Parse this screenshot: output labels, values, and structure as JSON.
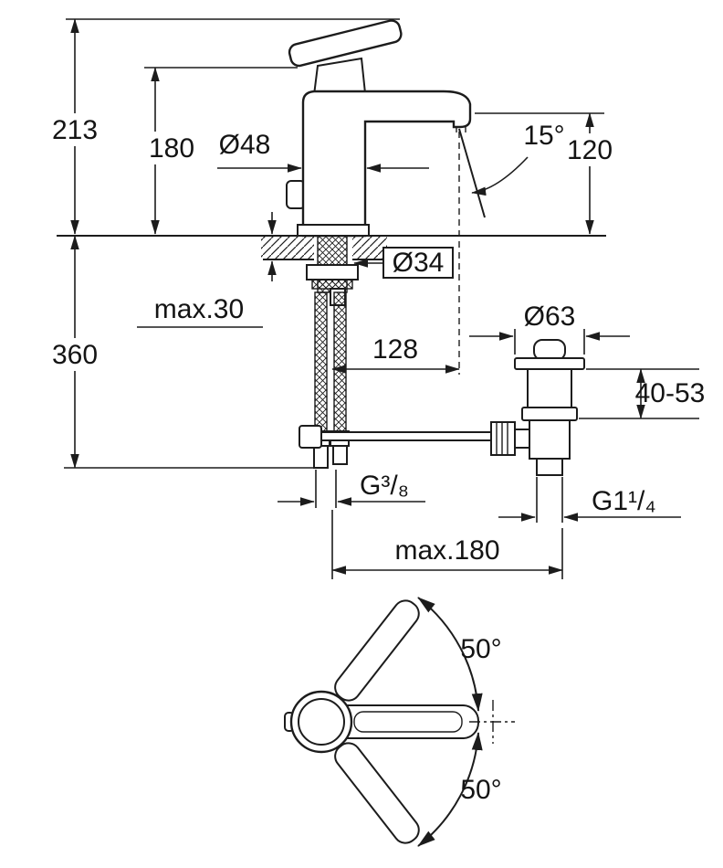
{
  "meta": {
    "background": "#ffffff",
    "ink": "#1c1c1c",
    "drawing_type": "faucet installation dimension drawing"
  },
  "side_view": {
    "dims": {
      "total_height": "213",
      "handle_height": "180",
      "body_diameter": "Ø48",
      "spout_angle": "15°",
      "spout_height": "120",
      "mounting_hole": "Ø34",
      "deck_max": "max.30",
      "depth": "360",
      "spout_reach": "128",
      "flange_diameter": "Ø63",
      "waste_height": "40-53",
      "hose_thread": "G³/₈",
      "waste_thread": "G1¹/₄",
      "rod_reach": "max.180"
    }
  },
  "top_view": {
    "dims": {
      "swing_up": "50°",
      "swing_down": "50°"
    }
  }
}
